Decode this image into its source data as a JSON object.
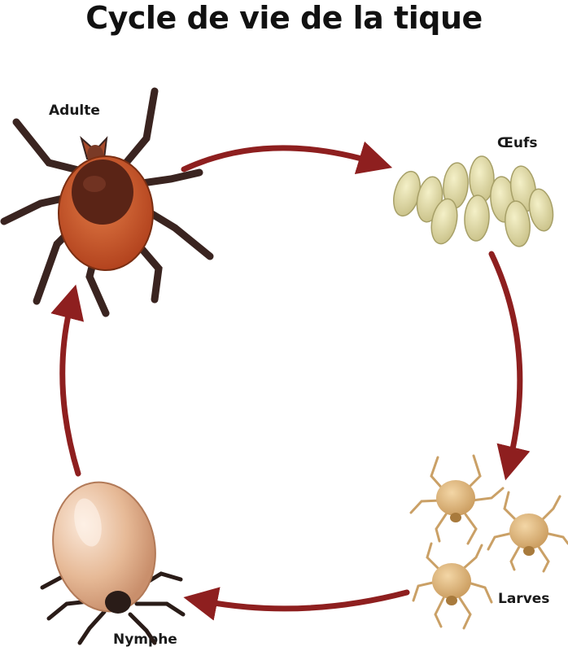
{
  "title": "Cycle de vie de la tique",
  "stages": {
    "adult": "Adulte",
    "eggs": "Œufs",
    "larvae": "Larves",
    "nymph": "Nymphe"
  },
  "colors": {
    "arrow": "#8e1f1f",
    "adult_body": "#c8582a",
    "adult_shield": "#5a2416",
    "legs": "#3a2420",
    "egg": "#e0d8a0",
    "larva": "#d9b07a",
    "nymph_body": "#e8bfa0"
  }
}
